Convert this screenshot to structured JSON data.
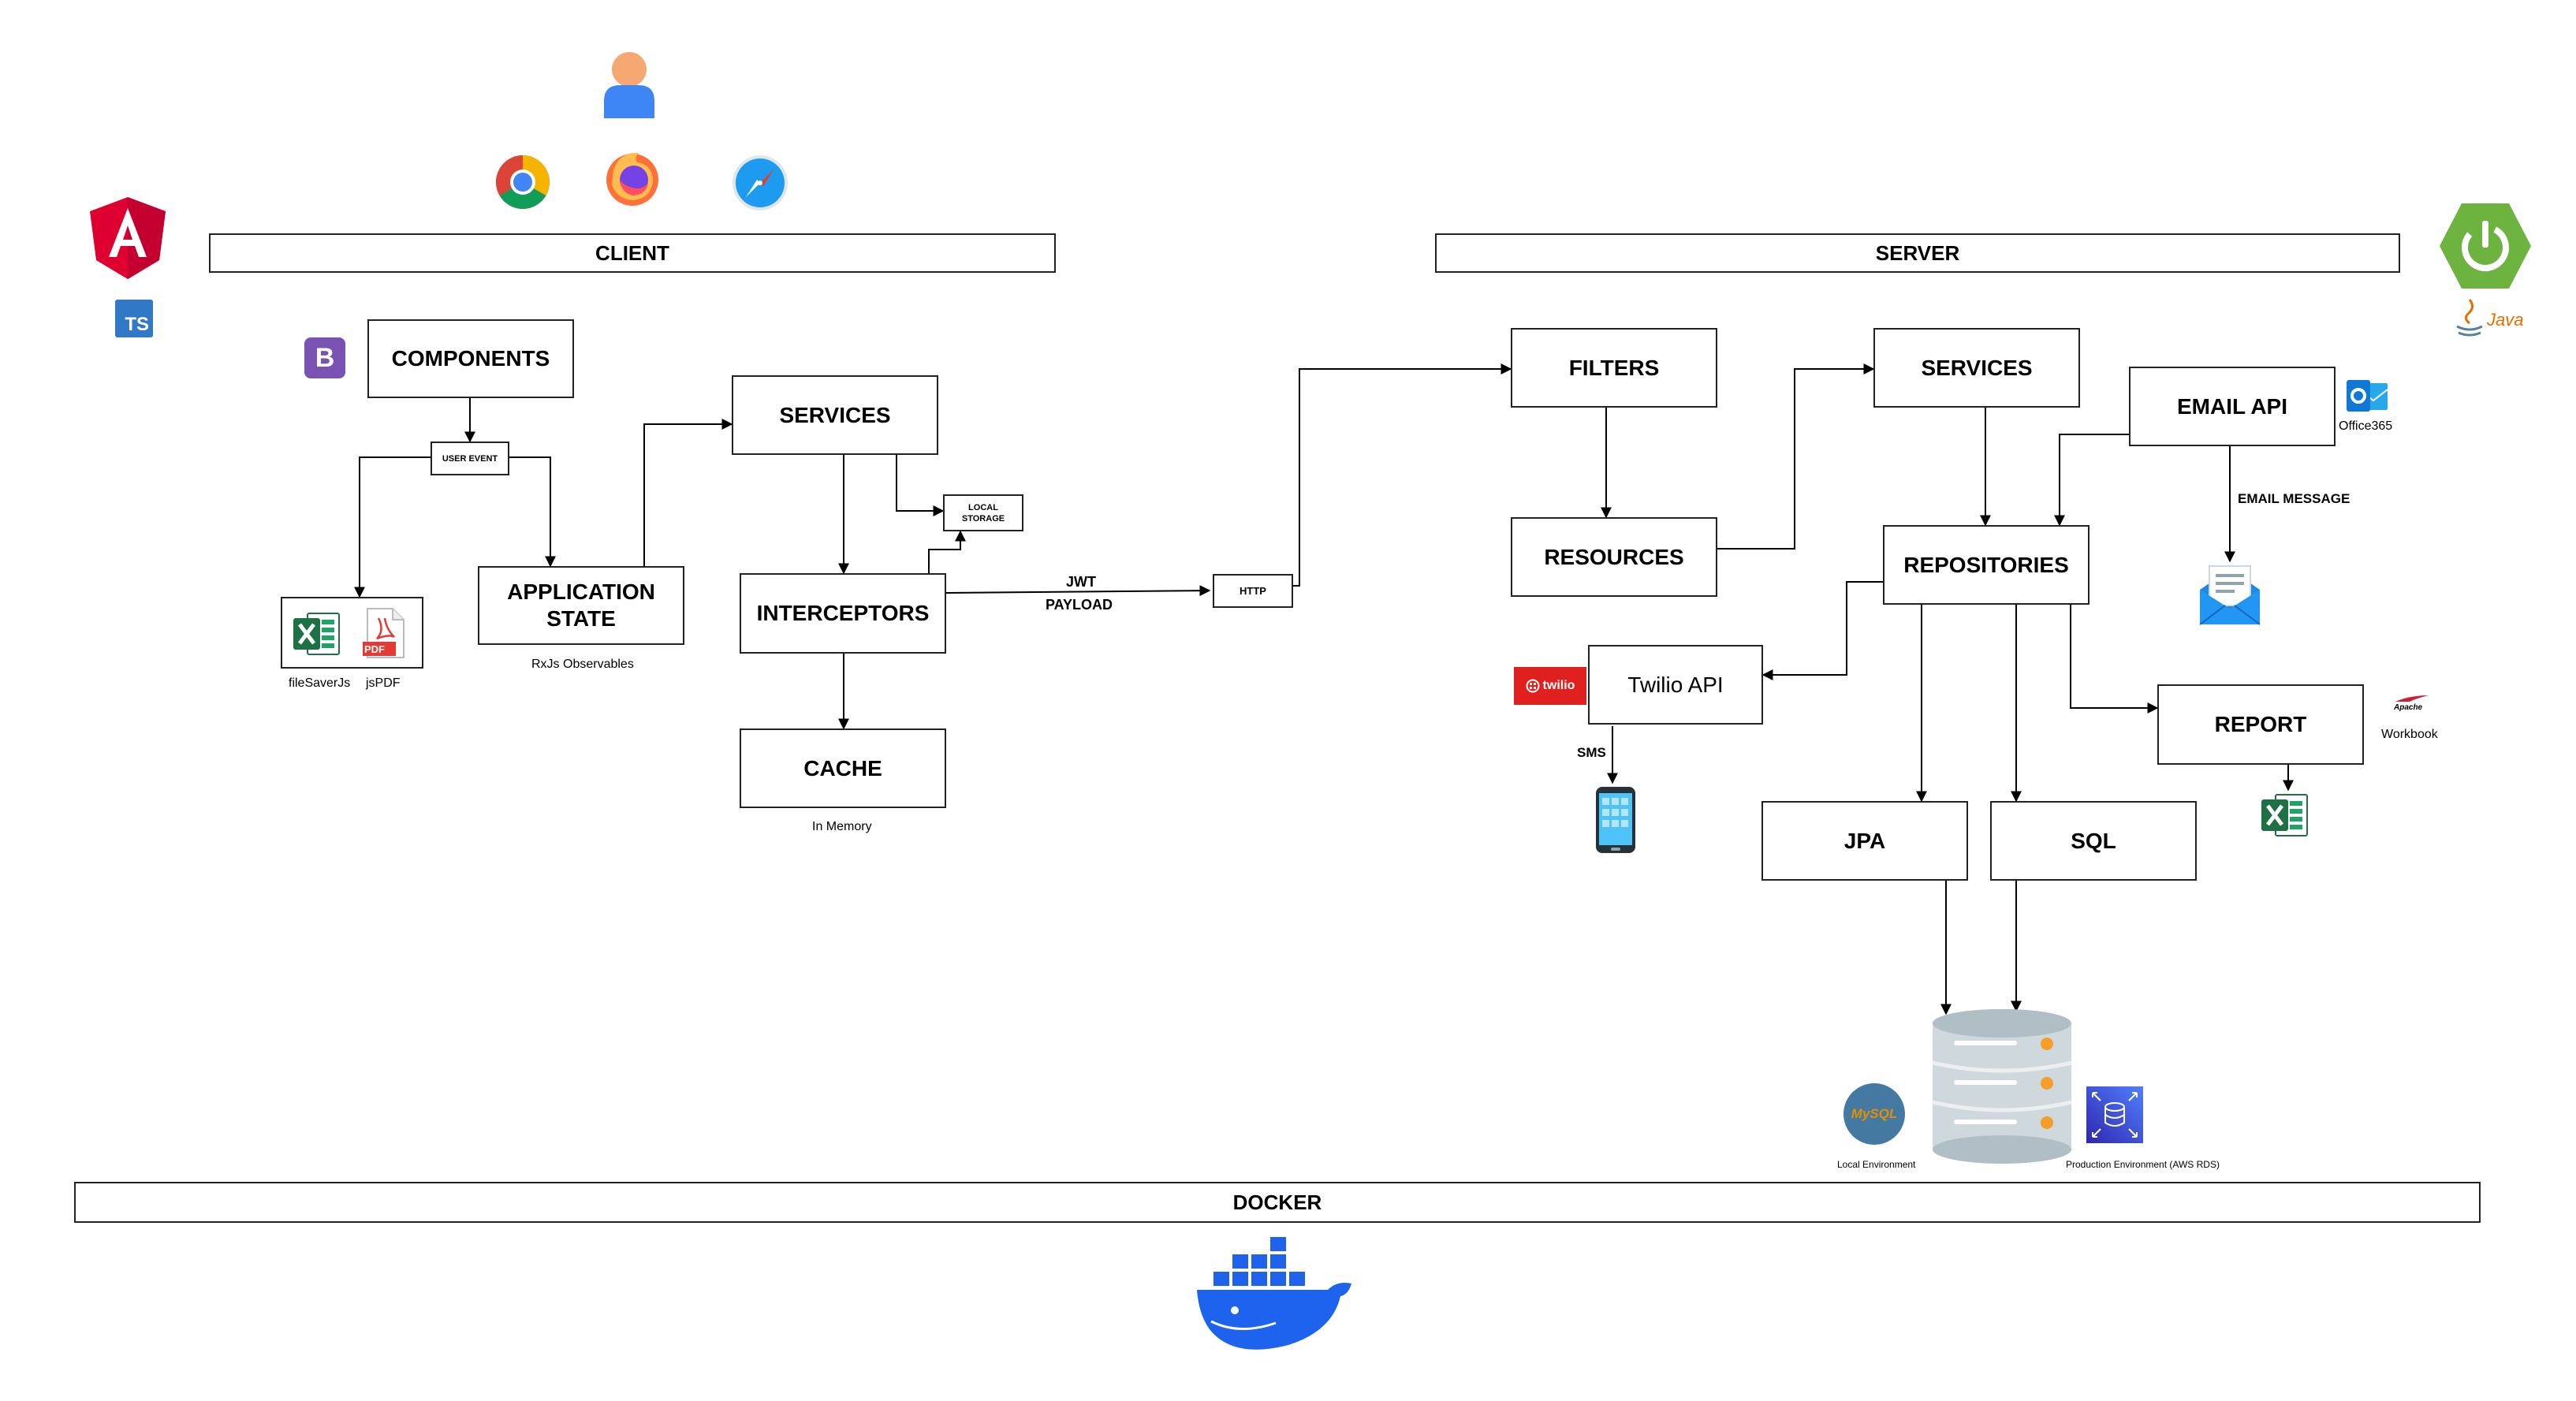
{
  "bands": {
    "client": "CLIENT",
    "server": "SERVER",
    "docker": "DOCKER"
  },
  "client": {
    "components": "COMPONENTS",
    "user_event": "USER EVENT",
    "services": "SERVICES",
    "local_storage": "LOCAL STORAGE",
    "application_state": "APPLICATION STATE",
    "interceptors": "INTERCEPTORS",
    "cache": "CACHE",
    "filesaver_caption": "fileSaverJs",
    "jspdf_caption": "jsPDF",
    "rxjs_caption": "RxJs Observables",
    "cache_caption": "In Memory"
  },
  "transport": {
    "http": "HTTP",
    "jwt": "JWT",
    "payload": "PAYLOAD"
  },
  "server": {
    "filters": "FILTERS",
    "resources": "RESOURCES",
    "services": "SERVICES",
    "email_api": "EMAIL API",
    "office_caption": "Office365",
    "email_message": "EMAIL MESSAGE",
    "repositories": "REPOSITORIES",
    "twilio_api": "Twilio API",
    "sms": "SMS",
    "report": "REPORT",
    "workbook_caption": "Workbook",
    "apache_caption": "Apache",
    "jpa": "JPA",
    "sql": "SQL",
    "local_env": "Local Environment",
    "prod_env": "Production Environment (AWS RDS)",
    "twilio_logo_text": "twilio",
    "mysql_logo_text": "MySQL",
    "java_logo_text": "Java",
    "ts_logo_text": "TS",
    "bootstrap_logo_text": "B",
    "pdf_logo_text": "PDF"
  },
  "icons": {
    "user": "user-icon",
    "chrome": "chrome-icon",
    "firefox": "firefox-icon",
    "safari": "safari-icon",
    "angular": "angular-icon",
    "typescript": "typescript-icon",
    "bootstrap": "bootstrap-icon",
    "spring": "spring-boot-icon",
    "java": "java-icon",
    "excel": "excel-icon",
    "pdf": "pdf-icon",
    "outlook": "outlook-icon",
    "email": "email-icon",
    "twilio": "twilio-icon",
    "phone": "phone-icon",
    "database": "database-icon",
    "mysql": "mysql-icon",
    "rds": "aws-rds-icon",
    "docker": "docker-icon"
  },
  "colors": {
    "angular": "#DD0031",
    "typescript": "#3178C6",
    "bootstrap": "#7952B3",
    "spring": "#6DB33F",
    "twilio": "#E0201F",
    "docker": "#1D63ED",
    "excel": "#1E7145",
    "outlook": "#0F78D4",
    "rds": "#3B48CC"
  }
}
